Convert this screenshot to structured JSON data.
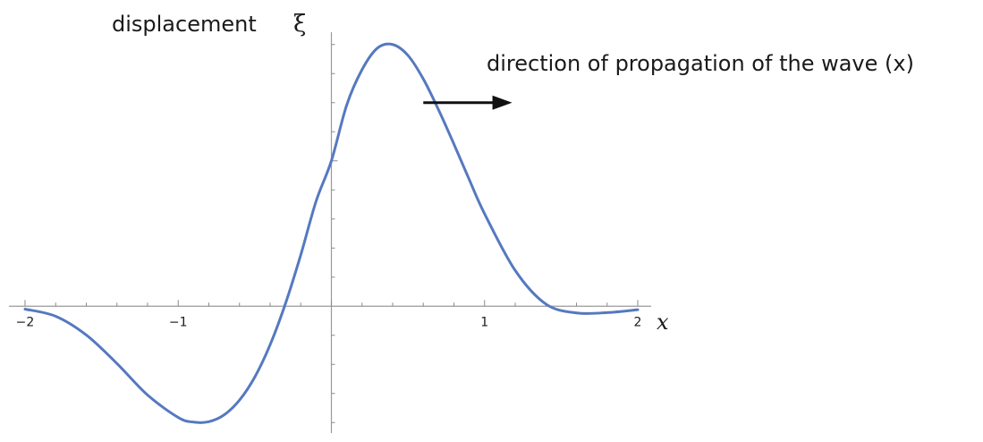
{
  "chart_data": {
    "type": "line",
    "ylabel": "displacement",
    "ylabel_symbol": "ξ",
    "xlabel": "x",
    "xlim": [
      -2,
      2
    ],
    "ylim": [
      -0.86,
      1.86
    ],
    "x_ticks": [
      {
        "value": -2,
        "label": "−2"
      },
      {
        "value": -1,
        "label": "−1"
      },
      {
        "value": 0,
        "label": ""
      },
      {
        "value": 1,
        "label": "1"
      },
      {
        "value": 2,
        "label": "2"
      }
    ],
    "x_minor_tick_step": 0.2,
    "y_tick_step": 0.2,
    "grid": false,
    "annotation": {
      "text": "direction of propagation of the wave (x)",
      "arrow_from": [
        0.6,
        1.4
      ],
      "arrow_to": [
        1.18,
        1.4
      ]
    },
    "series": [
      {
        "color": "#5579bf",
        "x": [
          -2.0,
          -1.8,
          -1.6,
          -1.4,
          -1.2,
          -1.0,
          -0.9,
          -0.8,
          -0.7,
          -0.6,
          -0.5,
          -0.4,
          -0.3,
          -0.2,
          -0.1,
          0.0,
          0.1,
          0.2,
          0.3,
          0.4,
          0.5,
          0.6,
          0.7,
          0.8,
          0.9,
          1.0,
          1.2,
          1.4,
          1.6,
          1.8,
          2.0
        ],
        "y": [
          -0.02,
          -0.069,
          -0.198,
          -0.394,
          -0.611,
          -0.765,
          -0.797,
          -0.794,
          -0.747,
          -0.646,
          -0.487,
          -0.265,
          0.018,
          0.353,
          0.722,
          1.0,
          1.384,
          1.627,
          1.775,
          1.8,
          1.725,
          1.563,
          1.35,
          1.115,
          0.871,
          0.636,
          0.246,
          0.015,
          -0.046,
          -0.044,
          -0.024
        ]
      }
    ]
  }
}
